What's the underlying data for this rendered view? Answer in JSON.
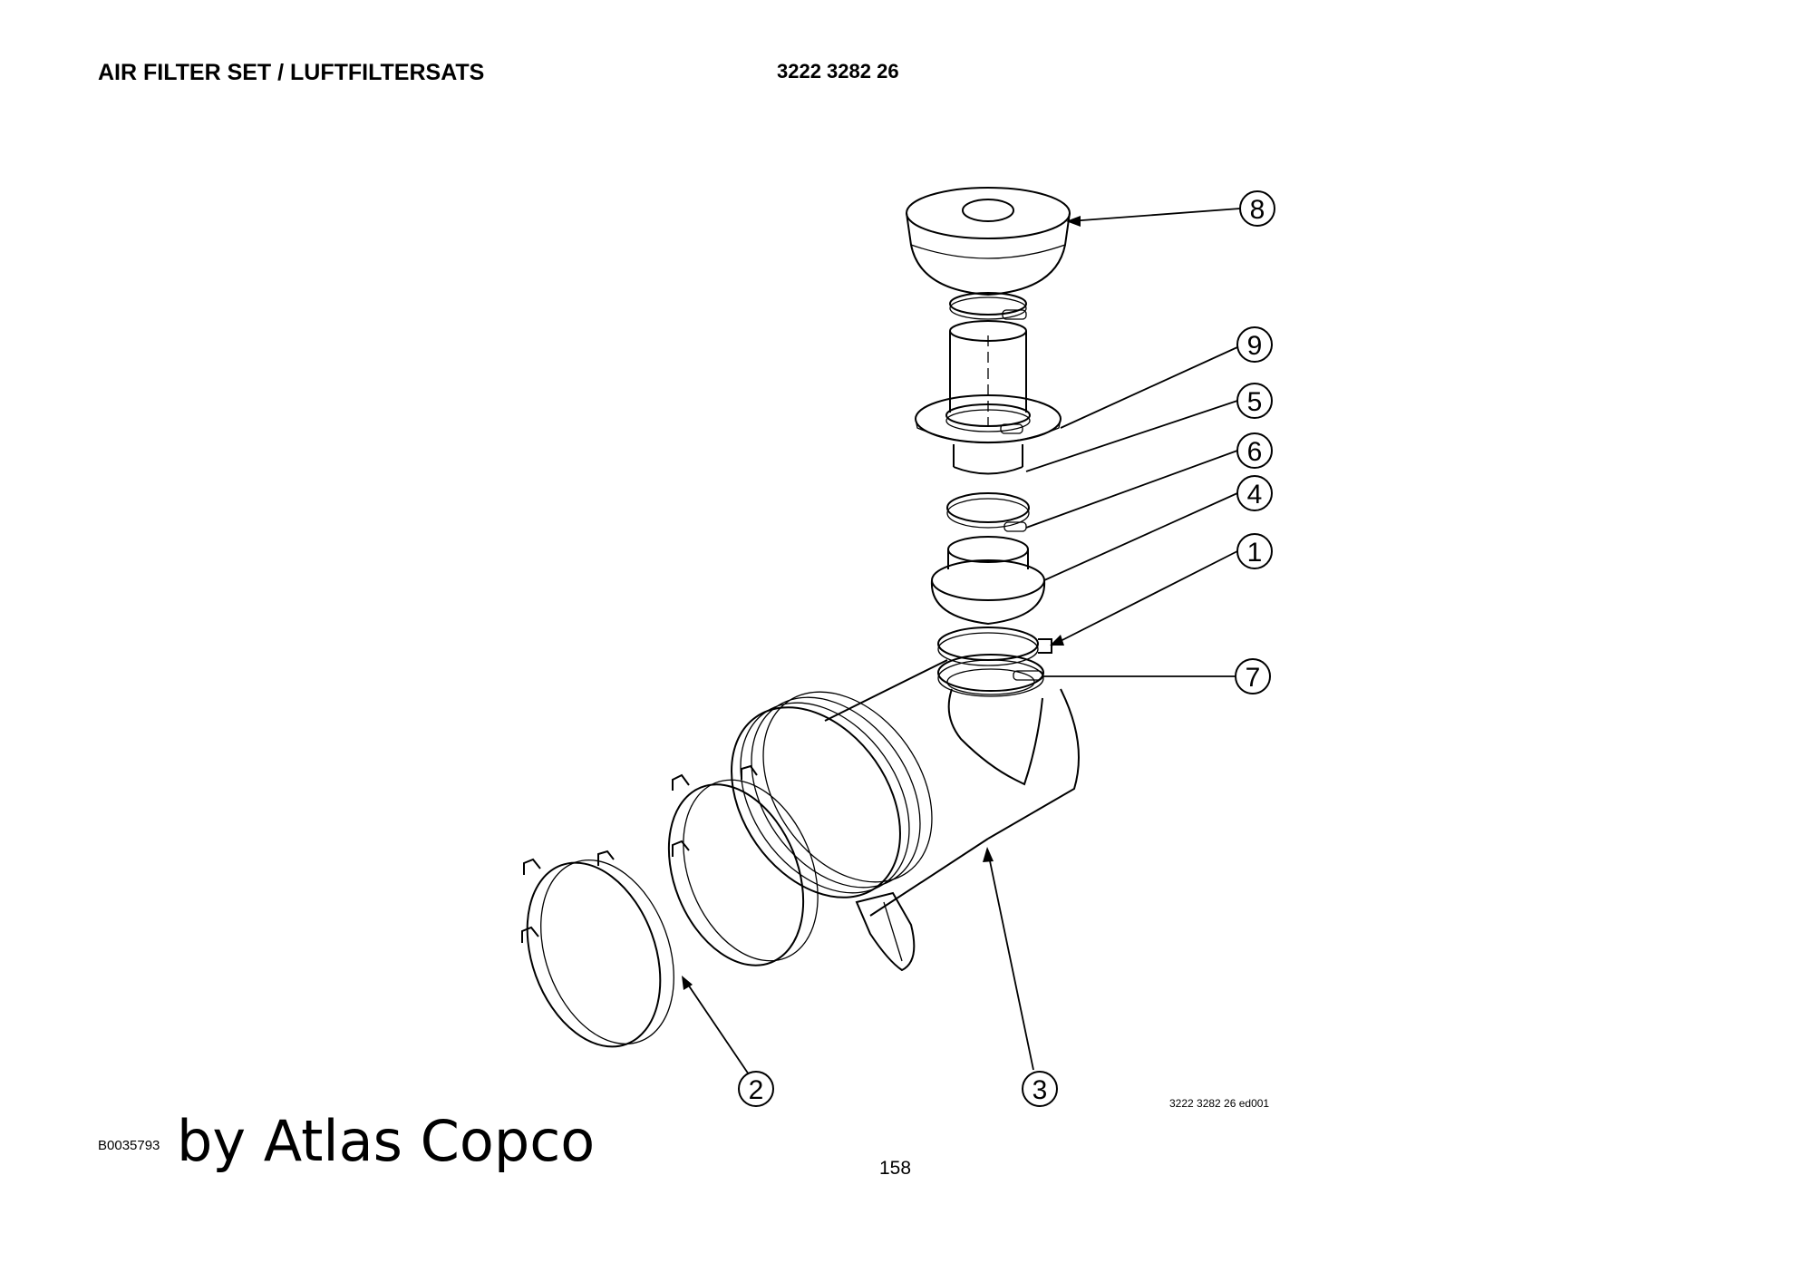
{
  "header": {
    "title": "AIR FILTER SET / LUFTFILTERSATS",
    "part_number": "3222 3282 26"
  },
  "diagram": {
    "drawing_ref": "3222 3282 26 ed001",
    "callouts": [
      "8",
      "9",
      "5",
      "6",
      "4",
      "1",
      "7",
      "2",
      "3"
    ]
  },
  "footer": {
    "code": "B0035793",
    "brand": "by Atlas Copco",
    "page_number": "158"
  }
}
